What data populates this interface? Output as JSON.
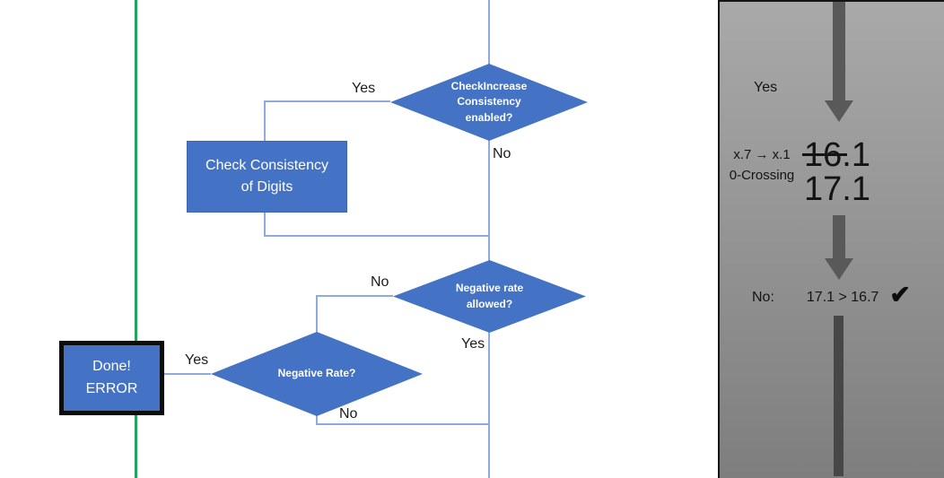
{
  "colors": {
    "shape_blue": "#4472C4",
    "connector_blue": "#8FAADC",
    "divider_green": "#20A55A",
    "arrow_gray": "#595959",
    "panel_gray_top": "#a9a9a9",
    "panel_gray_bottom": "#7e7e7e"
  },
  "flowchart": {
    "decision_check_increase": {
      "text": "CheckIncrease Consistency enabled?",
      "yes": "Yes",
      "no": "No"
    },
    "process_check_consistency": {
      "text": "Check Consistency of Digits"
    },
    "decision_negative_allowed": {
      "text": "Negative rate allowed?",
      "no": "No",
      "yes": "Yes"
    },
    "decision_negative_rate": {
      "text": "Negative Rate?",
      "yes": "Yes",
      "no": "No"
    },
    "terminator_done_error": {
      "text": "Done!\nERROR"
    }
  },
  "side_panel": {
    "branch_label": "Yes",
    "rule_text": "x.7 → x.1\n0-Crossing",
    "value_old": "16.1",
    "value_new": "17.1",
    "result_label": "No:",
    "result_comparison": "17.1 > 16.7",
    "check_mark": "✔"
  }
}
